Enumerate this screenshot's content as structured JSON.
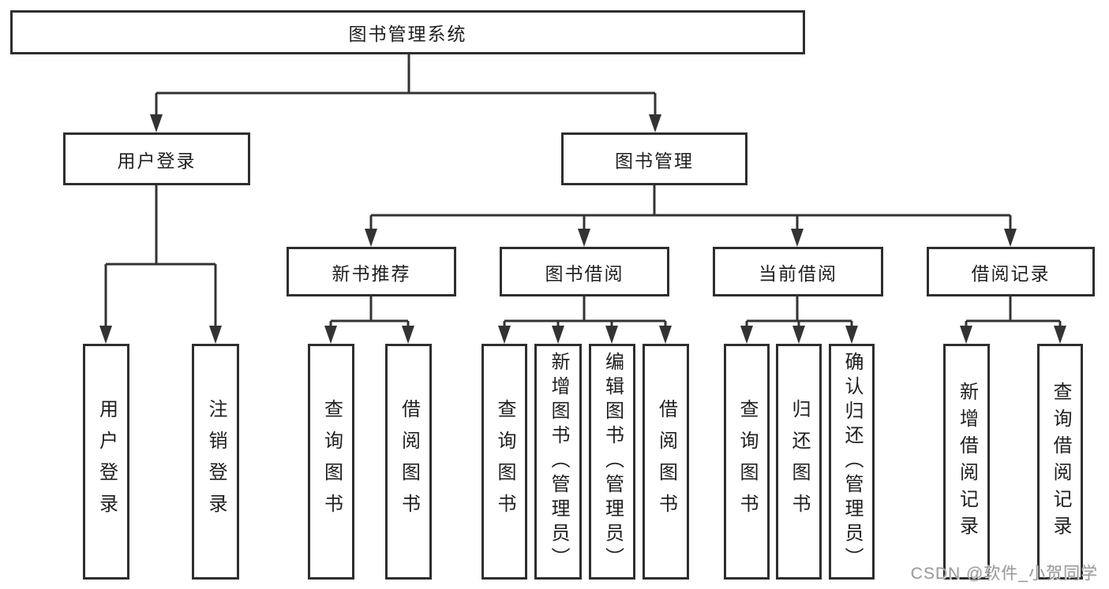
{
  "diagram": {
    "root": "图书管理系统",
    "level2": {
      "user_login": "用户登录",
      "book_management": "图书管理"
    },
    "level3": {
      "new_books": "新书推荐",
      "book_borrowing": "图书借阅",
      "current_borrowing": "当前借阅",
      "borrowing_records": "借阅记录"
    },
    "leaves": {
      "user_login": "用户登录",
      "logout": "注销登录",
      "nb_query": "查询图书",
      "nb_borrow": "借阅图书",
      "bb_query": "查询图书",
      "bb_add": "新增图书（管理员）",
      "bb_edit": "编辑图书（管理员）",
      "bb_borrow": "借阅图书",
      "cb_query": "查询图书",
      "cb_return": "归还图书",
      "cb_confirm": "确认归还（管理员）",
      "br_add": "新增借阅记录",
      "br_query": "查询借阅记录"
    }
  },
  "watermark": "CSDN @软件_小贺同学",
  "colors": {
    "line": "#333333",
    "box_border": "#2e2e2e",
    "text": "#1f1f1f",
    "watermark": "#9b9b9b",
    "background": "#ffffff"
  }
}
